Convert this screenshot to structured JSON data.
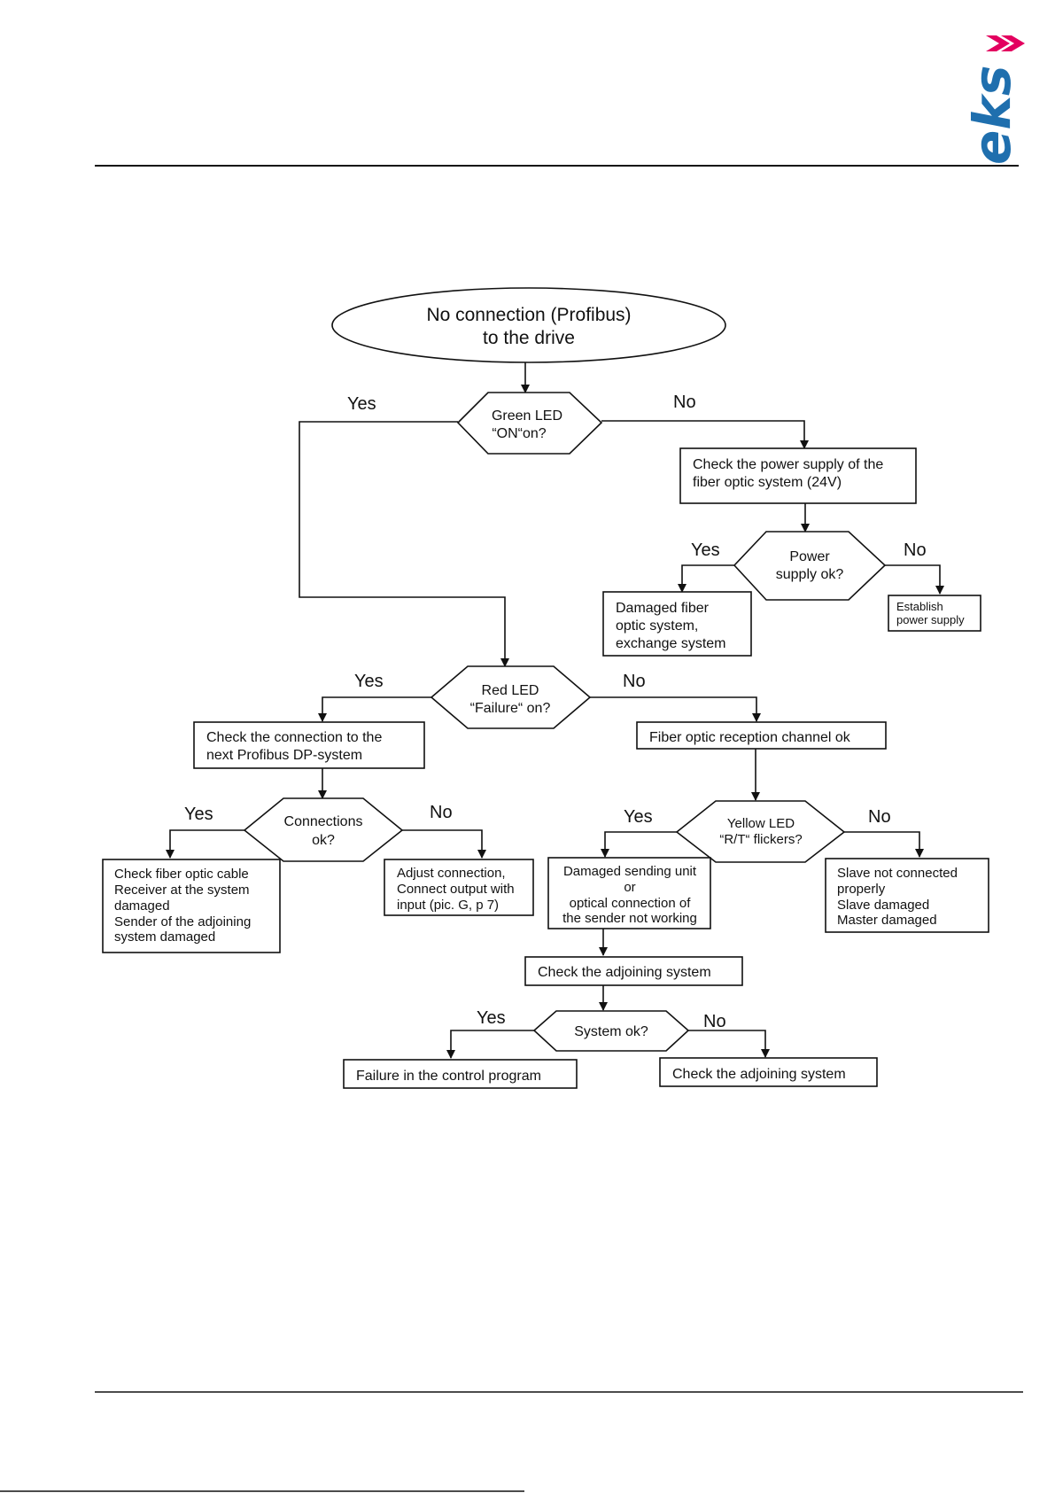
{
  "header": {
    "logo_text": "eks"
  },
  "flowchart": {
    "start": {
      "line1": "No connection (Profibus)",
      "line2": "to the drive"
    },
    "green_led": {
      "line1": "Green LED",
      "line2": "“ON“on?",
      "yes": "Yes",
      "no": "No"
    },
    "check_power": {
      "line1": "Check the power supply of the",
      "line2": "fiber optic system (24V)"
    },
    "power_ok": {
      "line1": "Power",
      "line2": "supply ok?",
      "yes": "Yes",
      "no": "No"
    },
    "damaged_fiber": {
      "line1": "Damaged fiber",
      "line2": "optic system,",
      "line3": "exchange system"
    },
    "establish_power": {
      "line1": "Establish",
      "line2": "power supply"
    },
    "red_led": {
      "line1": "Red LED",
      "line2": "“Failure“ on?",
      "yes": "Yes",
      "no": "No"
    },
    "check_connection": {
      "line1": "Check the connection to the",
      "line2": "next Profibus DP-system"
    },
    "fiber_reception": {
      "line1": "Fiber optic reception channel ok"
    },
    "connections_ok": {
      "line1": "Connections",
      "line2": "ok?",
      "yes": "Yes",
      "no": "No"
    },
    "check_fiber_cable": {
      "line1": "Check fiber optic cable",
      "line2": "Receiver at the system",
      "line3": "damaged",
      "line4": "Sender  of the adjoining",
      "line5": "system damaged"
    },
    "adjust_connection": {
      "line1": "Adjust connection,",
      "line2": "Connect output with",
      "line3": "input (pic. G, p 7)"
    },
    "yellow_led": {
      "line1": "Yellow LED",
      "line2": "“R/T“ flickers?",
      "yes": "Yes",
      "no": "No"
    },
    "damaged_sending": {
      "line1": "Damaged sending unit",
      "line2": "or",
      "line3": "optical connection of",
      "line4": "the sender not working"
    },
    "slave_not_connected": {
      "line1": "Slave not connected",
      "line2": "properly",
      "line3": "Slave damaged",
      "line4": "Master damaged"
    },
    "check_adjoining_1": {
      "line1": "Check the adjoining system"
    },
    "system_ok": {
      "line1": "System ok?",
      "yes": "Yes",
      "no": "No"
    },
    "failure_control": {
      "line1": "Failure in the control program"
    },
    "check_adjoining_2": {
      "line1": "Check the adjoining system"
    }
  }
}
